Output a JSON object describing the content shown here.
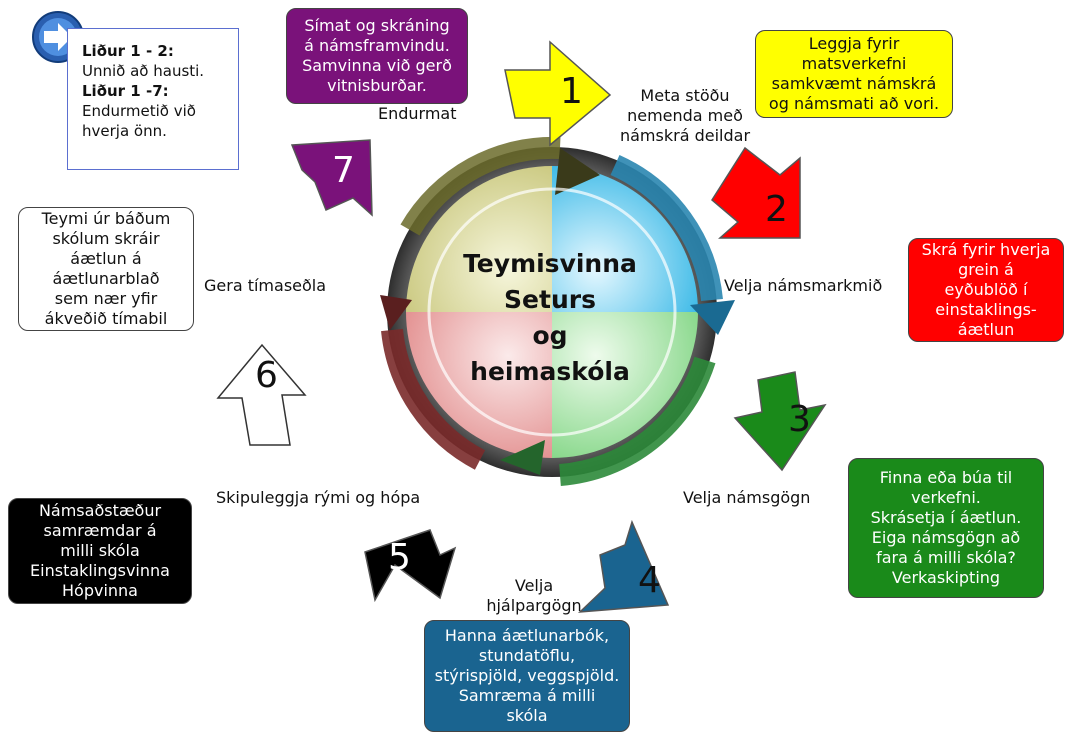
{
  "center_title": "Teymisvinna\nSeturs\nog\nheimaskóla",
  "note": {
    "line1_bold": "Liður 1 -  2:",
    "line2": "Unnið að hausti.",
    "line3_bold": "Liður 1 -7:",
    "line4": "Endurmetið við hverja önn."
  },
  "steps": [
    {
      "number": "1",
      "label": "Meta stöðu\nnemenda með\nnámskrá deildar",
      "box": "Leggja fyrir\nmatsverkefni\nsamkvæmt námskrá\nog námsmati að vori.",
      "color": "#ffff00"
    },
    {
      "number": "2",
      "label": "Velja námsmarkmið",
      "box": "Skrá fyrir hverja\ngrein á\neyðublöð í\neinstaklings-\náætlun",
      "color": "#ff0000"
    },
    {
      "number": "3",
      "label": "Velja námsgögn",
      "box": "Finna eða búa til\nverkefni.\nSkrásetja í áætlun.\nEiga námsgögn að\nfara á milli skóla?\nVerkaskipting",
      "color": "#1a8a1a"
    },
    {
      "number": "4",
      "label": "Velja\nhjálpargögn",
      "box": "Hanna  áætlunarbók,\nstundatöflu,\nstýrispjöld, veggspjöld.\nSamræma á milli\nskóla",
      "color": "#1a6490"
    },
    {
      "number": "5",
      "label": "Skipuleggja rými og hópa",
      "box": "Námsaðstæður\nsamræmdar á\nmilli skóla\nEinstaklingsvinna\nHópvinna",
      "color": "#000000"
    },
    {
      "number": "6",
      "label": "Gera tímaseðla",
      "box": "Teymi úr báðum\nskólum skráir\náætlun á\náætlunarblað\nsem nær yfir\nákveðið tímabil",
      "color": "#ffffff"
    },
    {
      "number": "7",
      "label": "Endurmat",
      "box": "Símat og skráning\ná námsframvindu.\nSamvinna við gerð\nvitnisburðar.",
      "color": "#7a127a"
    }
  ],
  "nav_icon": "arrow-right-icon"
}
